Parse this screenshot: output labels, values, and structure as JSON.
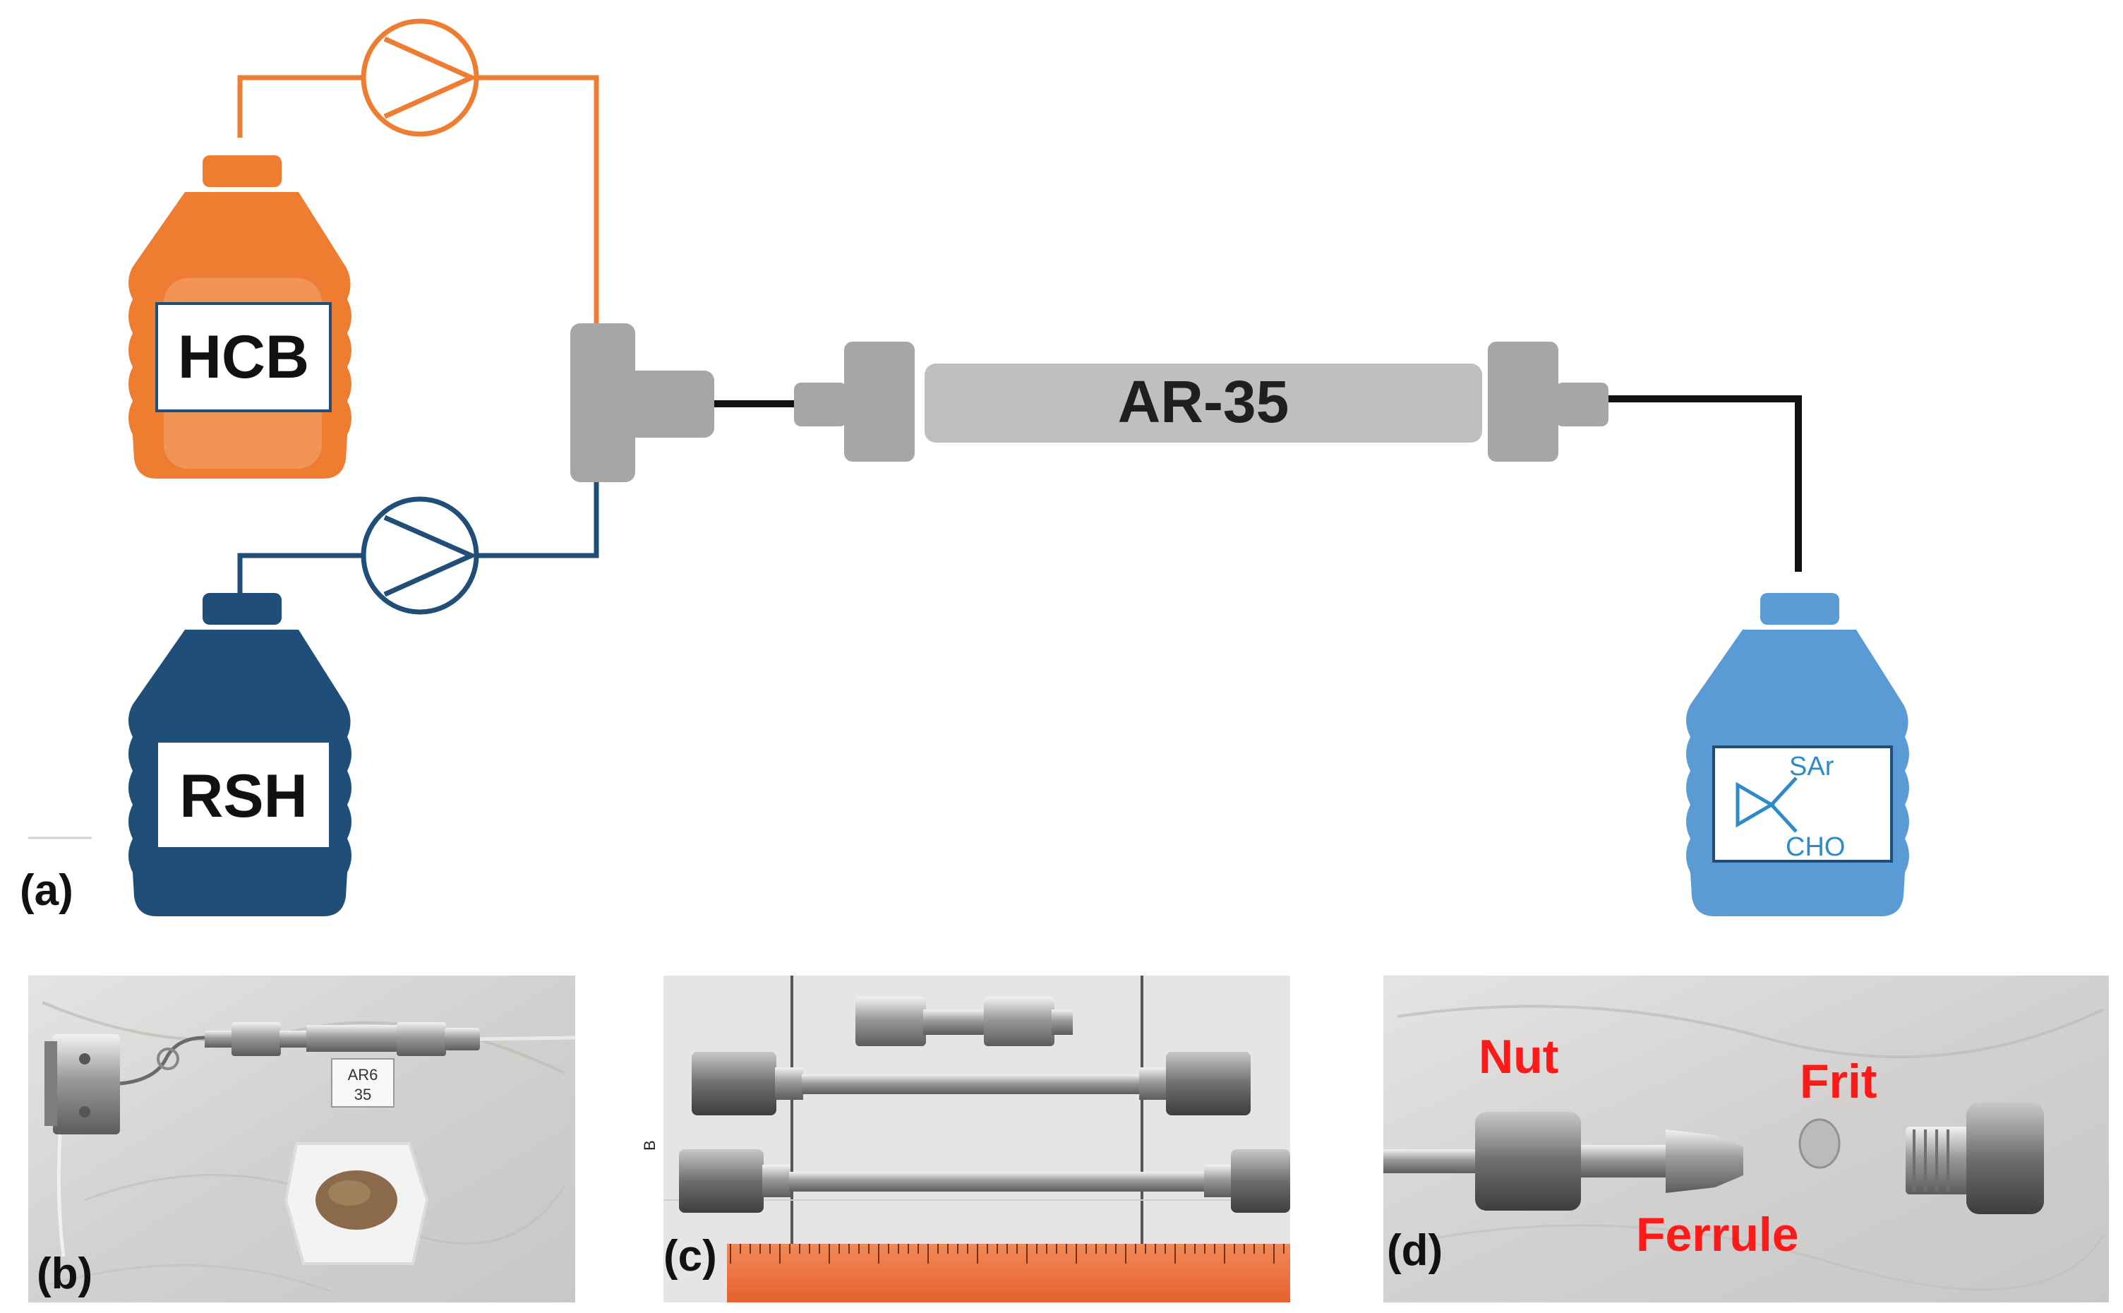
{
  "panel_a": {
    "label": "(a)",
    "bottle_hcb": {
      "label": "HCB",
      "color": "#ee7d31"
    },
    "bottle_rsh": {
      "label": "RSH",
      "color": "#1f4e79"
    },
    "bottle_product": {
      "color": "#5b9bd5",
      "structure_top": "SAr",
      "structure_bottom": "CHO"
    },
    "column": {
      "label": "AR-35",
      "color": "#bfbfbf"
    },
    "fitting_color": "#a6a6a6",
    "outlet_color": "#111111"
  },
  "panel_b": {
    "label": "(b)",
    "tag_line1": "AR6",
    "tag_line2": "35"
  },
  "panel_c": {
    "label": "(c)",
    "side_mark": "B"
  },
  "panel_d": {
    "label": "(d)",
    "nut": "Nut",
    "frit": "Frit",
    "ferrule": "Ferrule"
  }
}
